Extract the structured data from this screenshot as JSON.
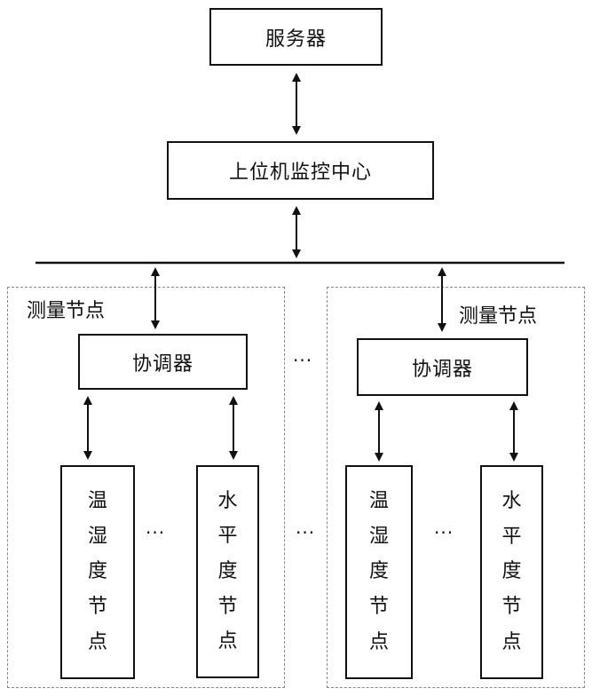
{
  "server": {
    "label": "服务器"
  },
  "monitor": {
    "label": "上位机监控中心"
  },
  "groups": [
    {
      "node_label": "测量节点",
      "coordinator": "协调器",
      "sensors": [
        {
          "chars": [
            "温",
            "湿",
            "度",
            "节",
            "点"
          ]
        },
        {
          "chars": [
            "水",
            "平",
            "度",
            "节",
            "点"
          ]
        }
      ]
    },
    {
      "node_label": "测量节点",
      "coordinator": "协调器",
      "sensors": [
        {
          "chars": [
            "温",
            "湿",
            "度",
            "节",
            "点"
          ]
        },
        {
          "chars": [
            "水",
            "平",
            "度",
            "节",
            "点"
          ]
        }
      ]
    }
  ],
  "ellipsis": "···"
}
